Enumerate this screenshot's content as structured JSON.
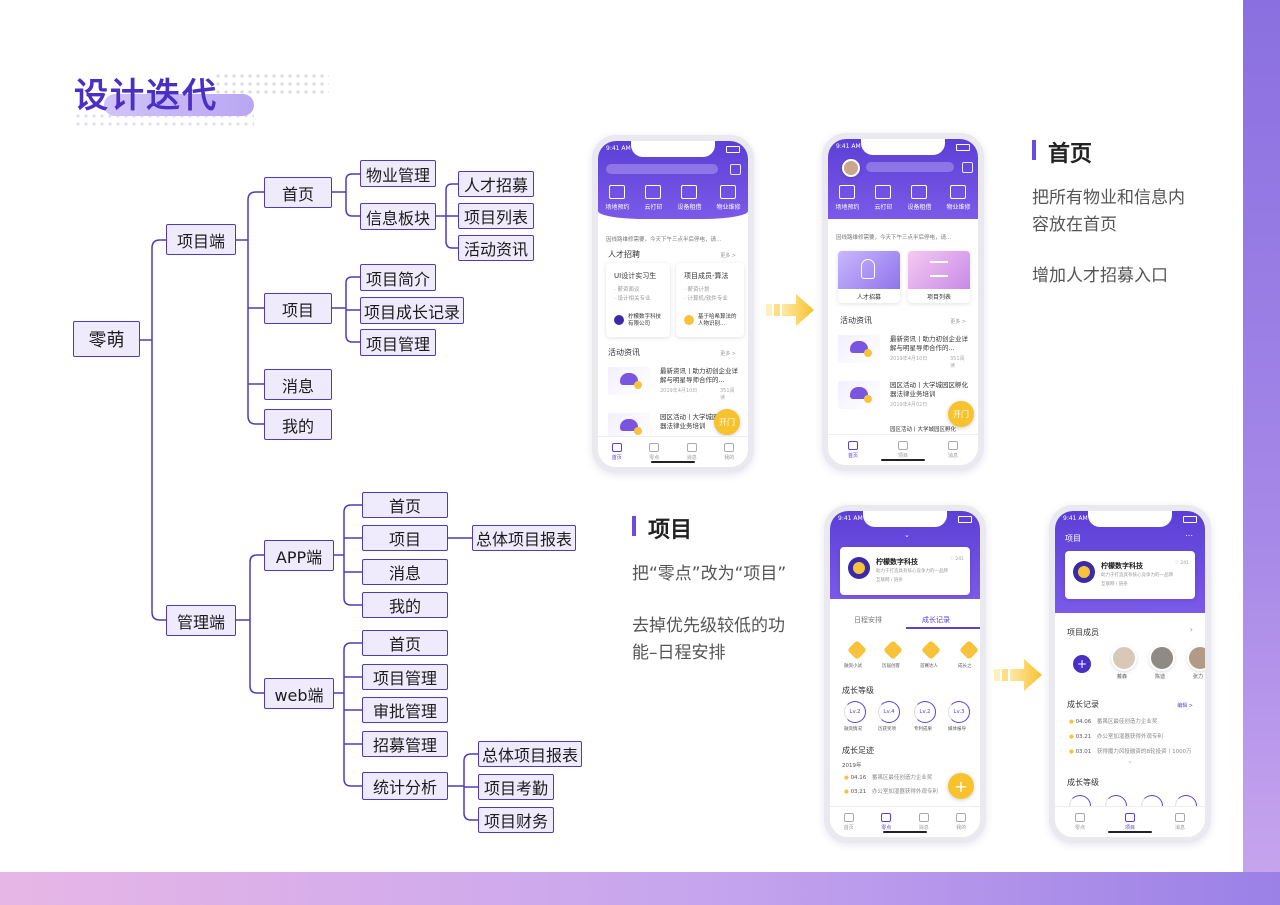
{
  "title": "设计迭代",
  "tree": {
    "root": "零萌",
    "l1": [
      "项目端",
      "管理端"
    ],
    "project_side": [
      "首页",
      "项目",
      "消息",
      "我的"
    ],
    "home_children": [
      "物业管理",
      "信息板块"
    ],
    "info_children": [
      "人才招募",
      "项目列表",
      "活动资讯"
    ],
    "project_children": [
      "项目简介",
      "项目成长记录",
      "项目管理"
    ],
    "admin_side": [
      "APP端",
      "web端"
    ],
    "app_children": [
      "首页",
      "项目",
      "消息",
      "我的"
    ],
    "app_project_child": "总体项目报表",
    "web_children": [
      "首页",
      "项目管理",
      "审批管理",
      "招募管理",
      "统计分析"
    ],
    "stats_children": [
      "总体项目报表",
      "项目考勤",
      "项目财务"
    ]
  },
  "section_home": {
    "heading": "首页",
    "desc1_line1": "把所有物业和信息内",
    "desc1_line2": "容放在首页",
    "desc2": "增加人才招募入口"
  },
  "section_project": {
    "heading": "项目",
    "desc1": "把“零点”改为“项目”",
    "desc2_line1": "去掉优先级较低的功",
    "desc2_line2": "能–日程安排"
  },
  "phone1": {
    "time": "9:41 AM",
    "quick": [
      "场地预约",
      "云打印",
      "设备租借",
      "物业维修"
    ],
    "notice": "因线路维修需要，今天下午三点半后停电，请...",
    "sec_talent": "人才招聘",
    "more": "更多 >",
    "card1_title": "UI设计实习生",
    "card1_l1": "· 薪资面议",
    "card1_l2": "· 设计相关专业",
    "card1_company": "柠檬数字科技有限公司",
    "card2_title": "项目成员-算法",
    "card2_l1": "· 薪资计划",
    "card2_l2": "· 计算机/软件专业",
    "card2_company": "基于哈希算法的人物识别...",
    "sec_news": "活动资讯",
    "news1_title": "最新资讯丨助力初创企业详解与明星导师合作的...",
    "news1_date": "2019年4月10日",
    "news1_reads": "351阅读",
    "news2_title": "园区活动丨大学城园区孵化器法律业务培训",
    "fab": "开门",
    "tabs": [
      "首页",
      "零点",
      "消息",
      "我的"
    ]
  },
  "phone2": {
    "time": "9:41 AM",
    "quick": [
      "场地预约",
      "云打印",
      "设备租借",
      "物业维修"
    ],
    "notice": "因线路维修需要，今天下午三点半后停电，请...",
    "card1": "人才招募",
    "card2": "项目列表",
    "sec_news": "活动资讯",
    "more": "更多 >",
    "news1_title": "最新资讯丨助力初创企业详解与明星导师合作的...",
    "news1_date": "2019年4月10日",
    "news1_reads": "351阅读",
    "news2_title": "园区活动丨大学城园区孵化器法律业务培训",
    "news2_date": "2019年4月02日",
    "news3_title": "园区活动丨大学城园区孵化",
    "fab": "开门",
    "tabs": [
      "首页",
      "项目",
      "消息"
    ]
  },
  "phone3": {
    "time": "9:41 AM",
    "company": "柠檬数字科技",
    "company_desc": "助力于打造具有核心竞争力的一品牌",
    "company_tag": "互联网 / 链条",
    "likes": "♡ 241",
    "tab1": "日程安排",
    "tab2": "成长记录",
    "badges": [
      "融资小试",
      "历届创客",
      "首赛达人",
      "成长之"
    ],
    "sec_level": "成长等级",
    "levels": [
      "Lv.2",
      "Lv.4",
      "Lv.2",
      "Lv.3"
    ],
    "level_names": [
      "融资情况",
      "历获奖项",
      "专利成果",
      "媒体报导"
    ],
    "sec_track": "成长足迹",
    "year": "2019年",
    "t1_date": "04.16",
    "t1_text": "番禺区最佳创造力企业奖",
    "t2_date": "03.21",
    "t2_text": "办公室加湿器获得外观专利",
    "tabs": [
      "首页",
      "零点",
      "消息",
      "我的"
    ]
  },
  "phone4": {
    "time": "9:41 AM",
    "header": "项目",
    "company": "柠檬数字科技",
    "company_desc": "助力于打造具有核心竞争力的一品牌",
    "company_tag": "互联网 / 链条",
    "likes": "♡ 241",
    "sec_members": "项目成员",
    "members": [
      "戴森",
      "陈迪",
      "张力"
    ],
    "sec_record": "成长记录",
    "edit": "编辑 >",
    "r1_date": "04.06",
    "r1_text": "番禺区最佳创造力企业奖",
    "r2_date": "03.21",
    "r2_text": "办公室加湿器获得外观专利",
    "r3_date": "03.01",
    "r3_text": "获得魔力风投融资的B轮投资丨1000万",
    "sec_level": "成长等级",
    "tabs": [
      "零点",
      "项目",
      "消息"
    ]
  },
  "colors": {
    "primary": "#5b3fd6",
    "accent": "#f8c22d",
    "node_fill": "#efeafc",
    "node_border": "#4f3bb8"
  }
}
